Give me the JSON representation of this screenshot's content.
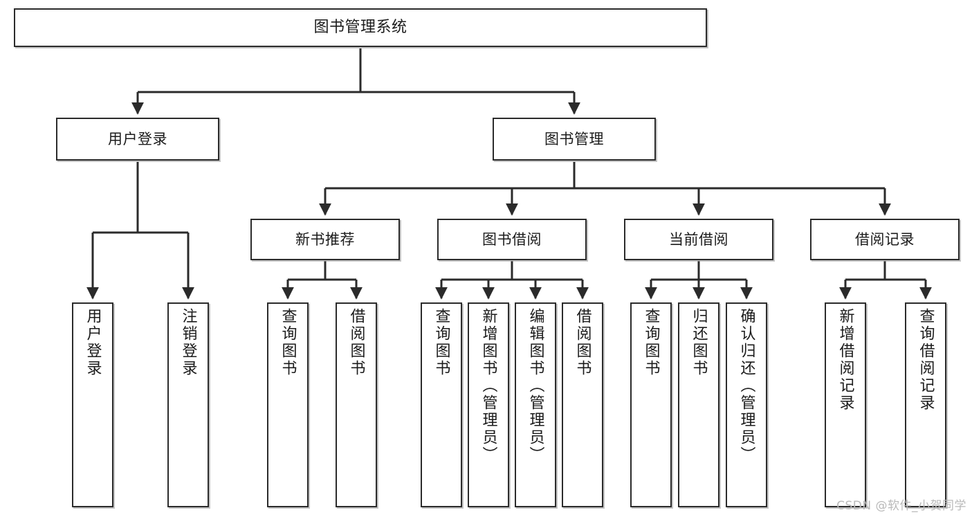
{
  "diagram": {
    "type": "tree-hierarchy",
    "title": "图书管理系统",
    "watermark": "CSDN @软件_小贺同学",
    "colors": {
      "border": "#2b2b2b",
      "background": "#ffffff",
      "text": "#1b1b1b",
      "connector": "#2b2b2b",
      "watermark": "#b9b9b9"
    },
    "nodes": {
      "root": {
        "label": "图书管理系统"
      },
      "level1": [
        {
          "label": "用户登录"
        },
        {
          "label": "图书管理"
        }
      ],
      "level2": [
        {
          "label": "新书推荐"
        },
        {
          "label": "图书借阅"
        },
        {
          "label": "当前借阅"
        },
        {
          "label": "借阅记录"
        }
      ],
      "leaves": {
        "user_login": [
          {
            "label": "用户登录"
          },
          {
            "label": "注销登录"
          }
        ],
        "new_book": [
          {
            "label": "查询图书"
          },
          {
            "label": "借阅图书"
          }
        ],
        "book_borrow": [
          {
            "label": "查询图书"
          },
          {
            "label": "新增图书（管理员）"
          },
          {
            "label": "编辑图书（管理员）"
          },
          {
            "label": "借阅图书"
          }
        ],
        "current_borrow": [
          {
            "label": "查询图书"
          },
          {
            "label": "归还图书"
          },
          {
            "label": "确认归还（管理员）"
          }
        ],
        "borrow_record": [
          {
            "label": "新增借阅记录"
          },
          {
            "label": "查询借阅记录"
          }
        ]
      }
    }
  }
}
